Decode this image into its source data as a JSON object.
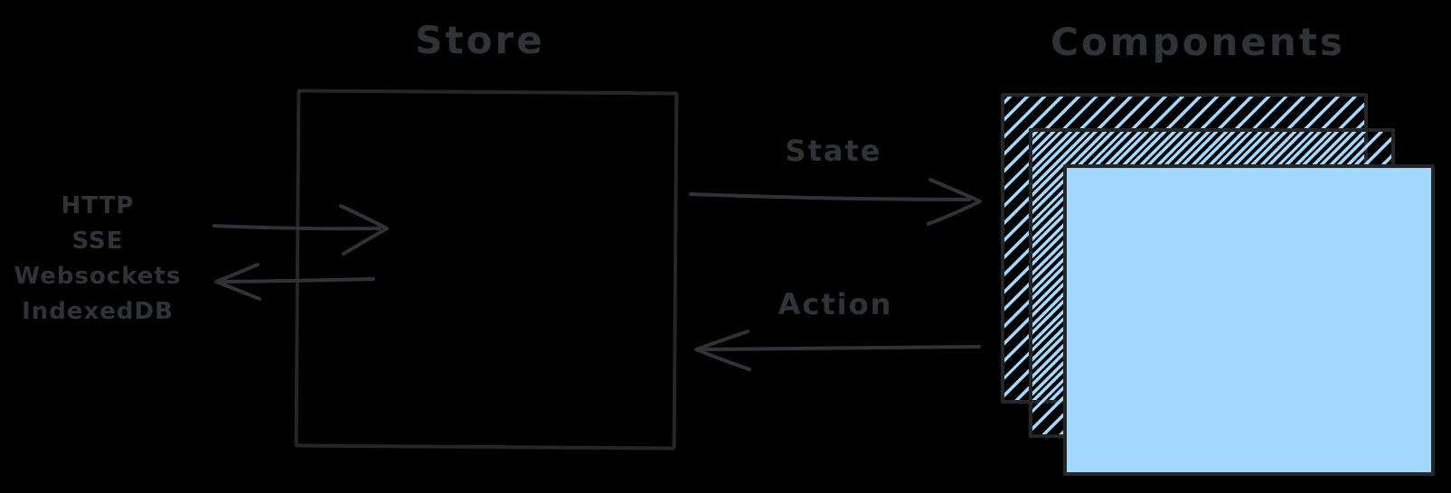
{
  "colors": {
    "background": "#000000",
    "ink": "#2f3338",
    "border": "#242628",
    "blue_fill": "#a5d8ff"
  },
  "store": {
    "title": "Store"
  },
  "components": {
    "title": "Components"
  },
  "transports": {
    "lines": [
      "HTTP",
      "SSE",
      "Websockets",
      "IndexedDB"
    ]
  },
  "flows": {
    "state_label": "State",
    "action_label": "Action"
  }
}
